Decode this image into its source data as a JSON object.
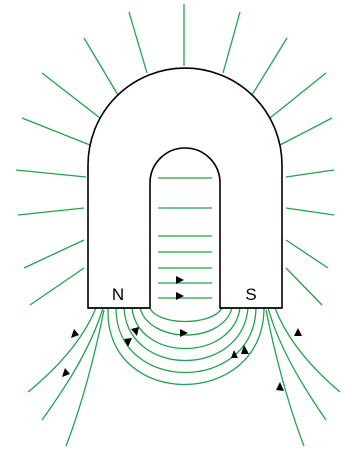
{
  "diagram": {
    "type": "horseshoe-magnet-field-lines",
    "labels": {
      "north_pole": "N",
      "south_pole": "S"
    },
    "colors": {
      "field_line": "#22a34a",
      "magnet_outline": "#000000",
      "arrow": "#000000",
      "background": "#ffffff"
    },
    "arrow_direction": "north-to-south"
  }
}
